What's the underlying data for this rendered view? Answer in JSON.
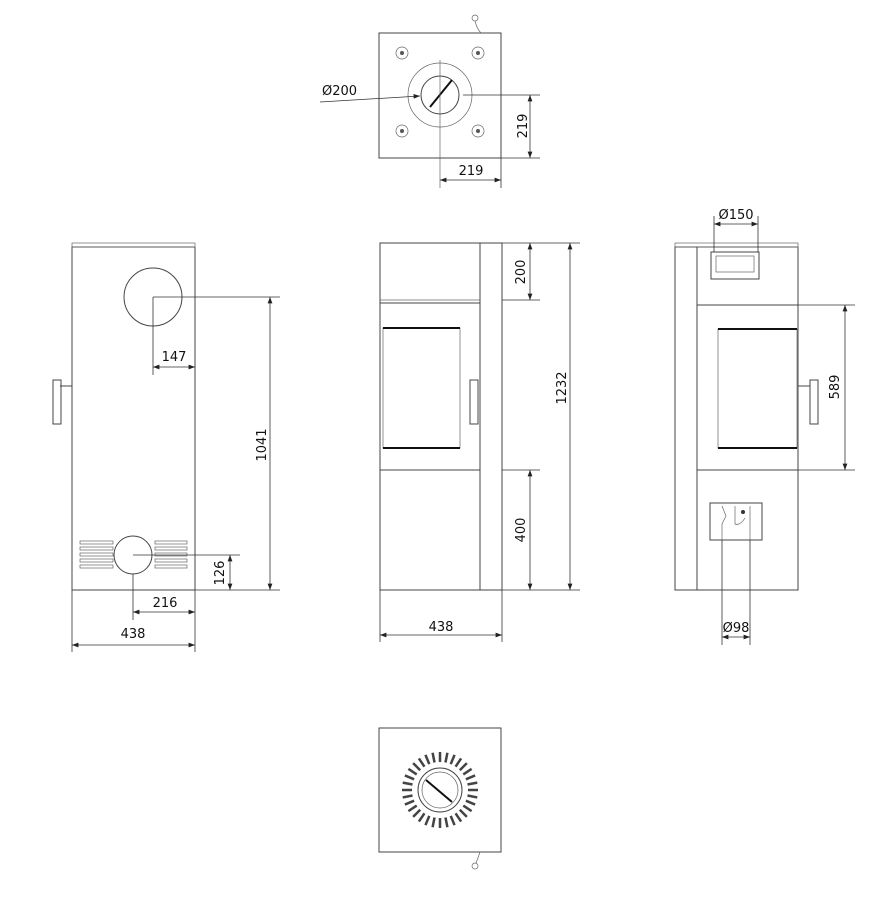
{
  "drawing": {
    "top_view": {
      "flue_diameter": "Ø200",
      "offset_vertical": "219",
      "offset_horizontal": "219"
    },
    "left_view": {
      "flue_height": "1041",
      "flue_offset": "147",
      "rear_inlet_height": "126",
      "rear_inlet_offset": "216",
      "width": "438"
    },
    "front_view": {
      "top_section": "200",
      "bottom_section": "400",
      "total_height": "1232",
      "width": "438"
    },
    "side_view": {
      "flue_diameter": "Ø150",
      "door_height": "589",
      "air_inlet_diameter": "Ø98"
    },
    "colors": {
      "line": "#444444",
      "background": "#ffffff"
    }
  }
}
